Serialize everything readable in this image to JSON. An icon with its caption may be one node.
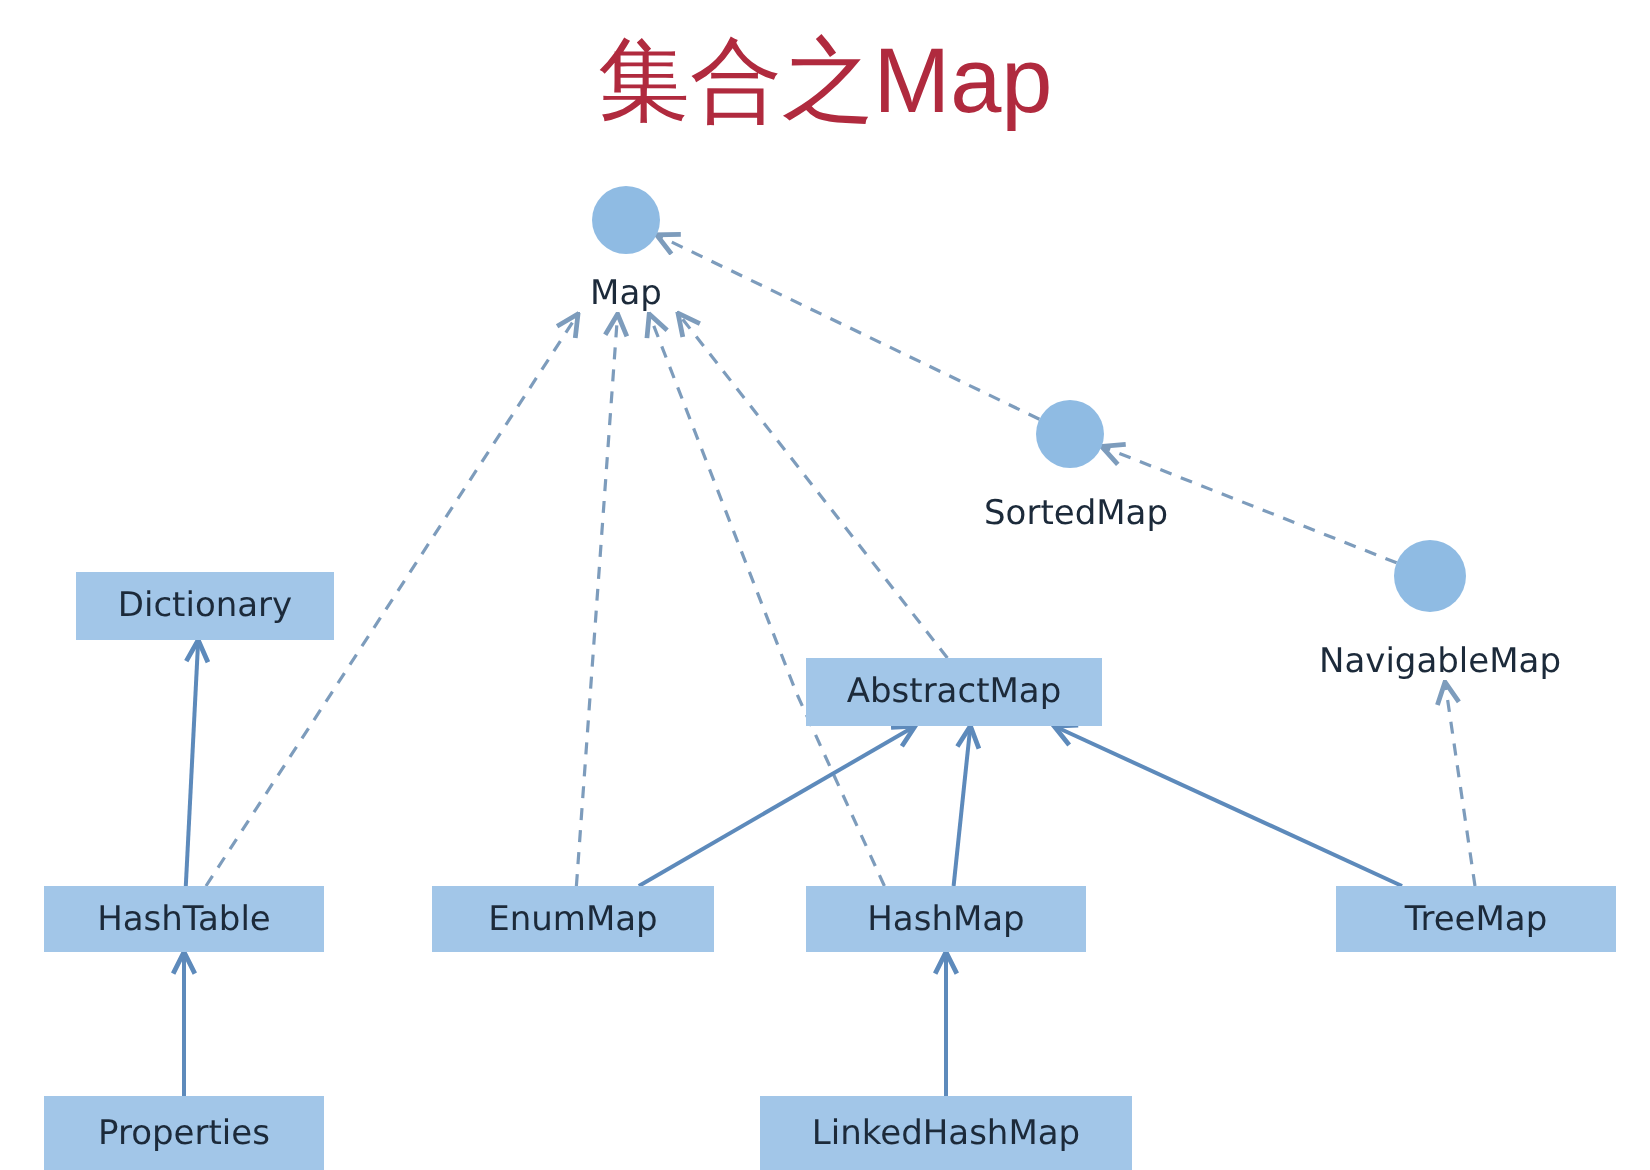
{
  "diagram": {
    "title": "集合之Map",
    "nodes": [
      {
        "text": [
          "Map"
        ]
      },
      {
        "text": [
          "SortedMap"
        ]
      },
      {
        "text": [
          "NavigableMap"
        ]
      },
      {
        "text": [
          "Dictionary"
        ]
      },
      {
        "text": [
          "AbstractMap"
        ]
      },
      {
        "text": [
          "HashTable"
        ]
      },
      {
        "text": [
          "EnumMap"
        ]
      },
      {
        "text": [
          "HashMap"
        ]
      },
      {
        "text": [
          "TreeMap"
        ]
      },
      {
        "text": [
          "Properties"
        ]
      },
      {
        "text": [
          "LinkedHashMap"
        ]
      }
    ],
    "edges": [
      {
        "from": 5,
        "to": 0,
        "arrow": "to",
        "style": "dashed"
      },
      {
        "from": 6,
        "to": 0,
        "arrow": "to",
        "style": "dashed"
      },
      {
        "from": 7,
        "to": 0,
        "arrow": "to",
        "style": "dashed"
      },
      {
        "from": 4,
        "to": 0,
        "arrow": "to",
        "style": "dashed"
      },
      {
        "from": 1,
        "to": 0,
        "arrow": "to",
        "style": "dashed"
      },
      {
        "from": 2,
        "to": 1,
        "arrow": "to",
        "style": "dashed"
      },
      {
        "from": 8,
        "to": 2,
        "arrow": "to",
        "style": "dashed"
      },
      {
        "from": 5,
        "to": 3,
        "arrow": "to"
      },
      {
        "from": 9,
        "to": 5,
        "arrow": "to"
      },
      {
        "from": 6,
        "to": 4,
        "arrow": "to"
      },
      {
        "from": 7,
        "to": 4,
        "arrow": "to"
      },
      {
        "from": 8,
        "to": 4,
        "arrow": "to"
      },
      {
        "from": 10,
        "to": 7,
        "arrow": "to"
      }
    ]
  }
}
